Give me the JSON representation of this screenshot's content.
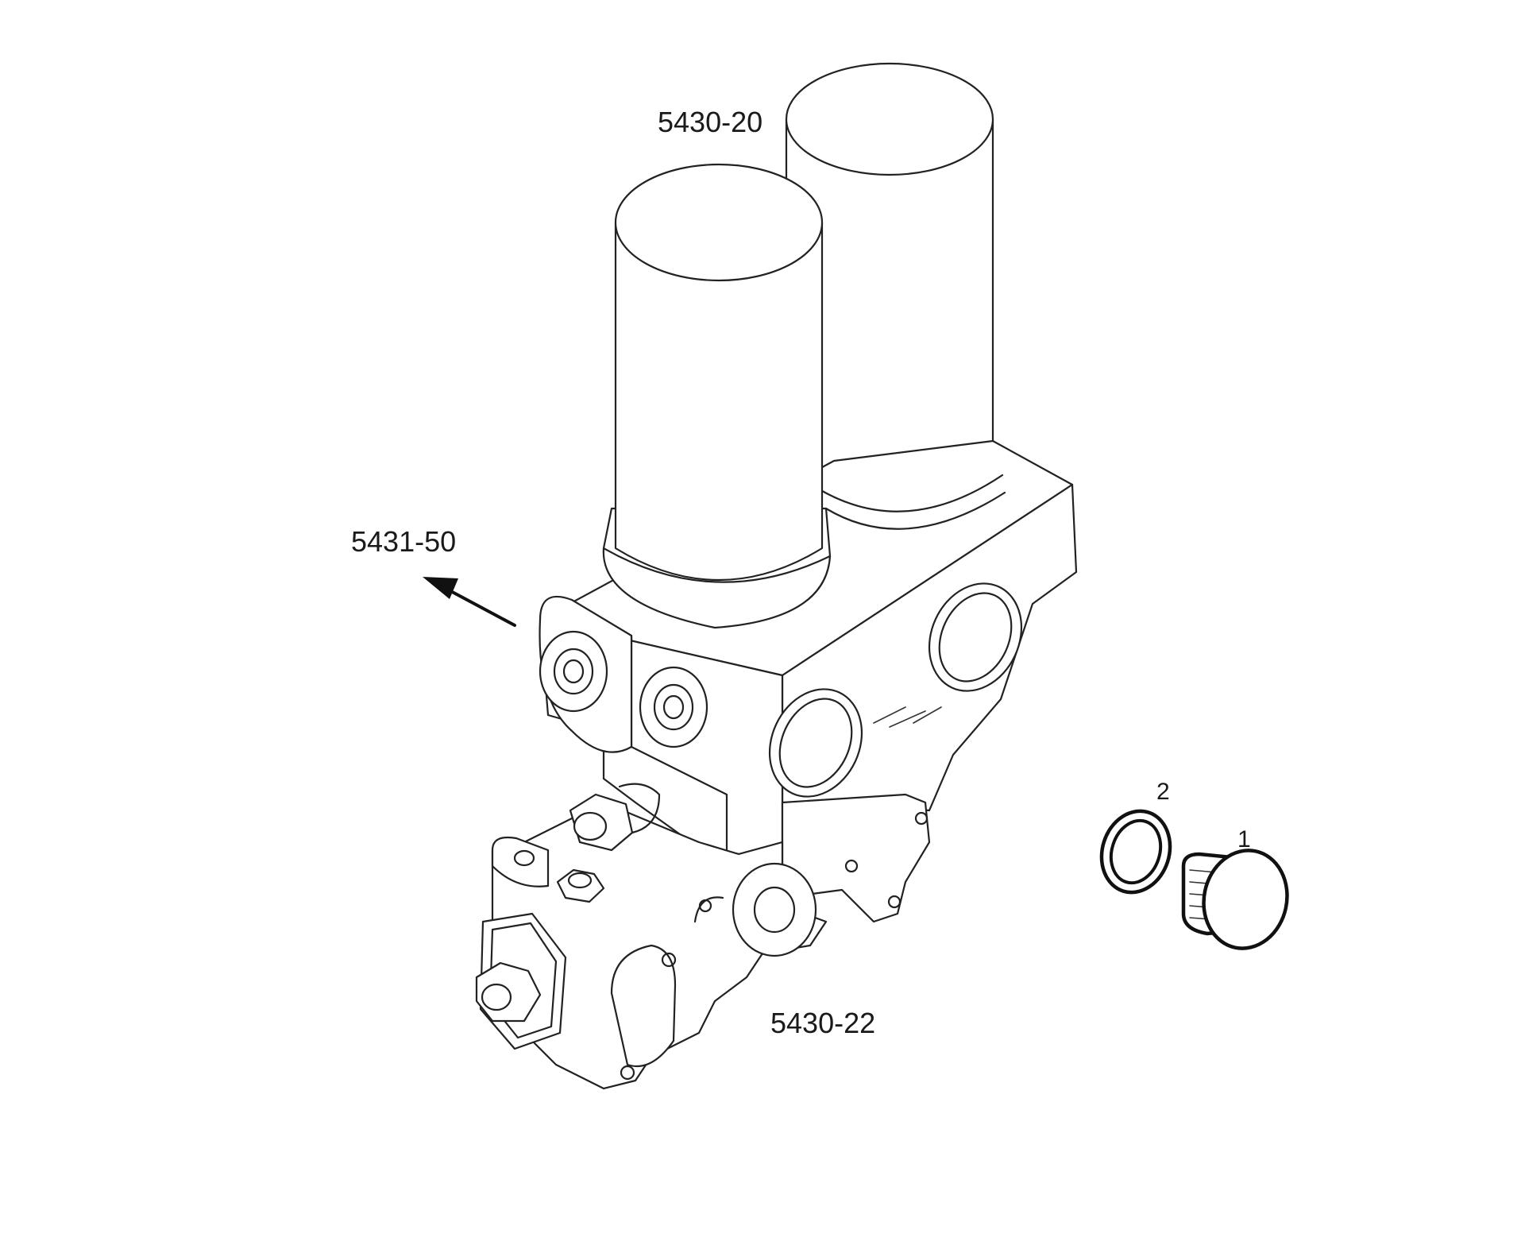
{
  "labels": {
    "filter_rear": "5430-20",
    "arrow_ref": "5431-50",
    "housing": "5430-22",
    "washer": "2",
    "plug": "1"
  },
  "icons": {
    "arrow": "arrow-up-left-icon"
  }
}
